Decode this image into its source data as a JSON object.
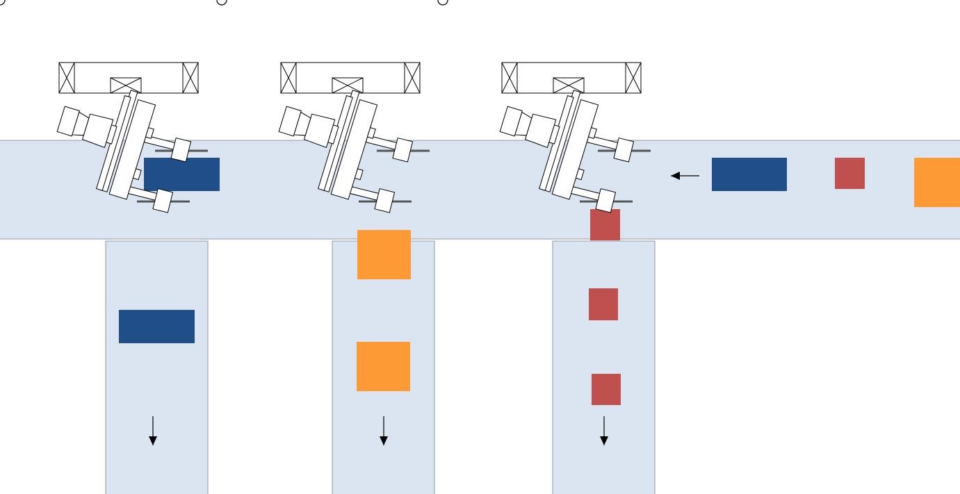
{
  "colors": {
    "belt": "#dbe5f1",
    "belt_border": "#8d98a6",
    "stroke": "#000000",
    "rail": "#555555",
    "package_blue": "#1f4e88",
    "package_red": "#c0504d",
    "package_orange": "#fd9a36"
  },
  "main_conveyor": {
    "flow_direction": "left"
  },
  "sort_lanes": [
    {
      "id": "lane-1",
      "package_color": "blue",
      "flow_direction": "down"
    },
    {
      "id": "lane-2",
      "package_color": "orange",
      "flow_direction": "down"
    },
    {
      "id": "lane-3",
      "package_color": "red",
      "flow_direction": "down"
    }
  ],
  "robots": [
    {
      "id": "robot-1",
      "lane": "lane-1"
    },
    {
      "id": "robot-2",
      "lane": "lane-2"
    },
    {
      "id": "robot-3",
      "lane": "lane-3"
    }
  ],
  "packages": {
    "main_conveyor": [
      "blue",
      "blue",
      "red",
      "orange",
      "red"
    ],
    "lane-1": [
      "blue"
    ],
    "lane-2": [
      "orange",
      "orange"
    ],
    "lane-3": [
      "red",
      "red"
    ]
  },
  "icons": {
    "flow_arrow": "arrow-icon",
    "gantry_bearing": "crossed-box-icon",
    "robot_motor": "motor-icon",
    "gripper": "gripper-icon"
  }
}
